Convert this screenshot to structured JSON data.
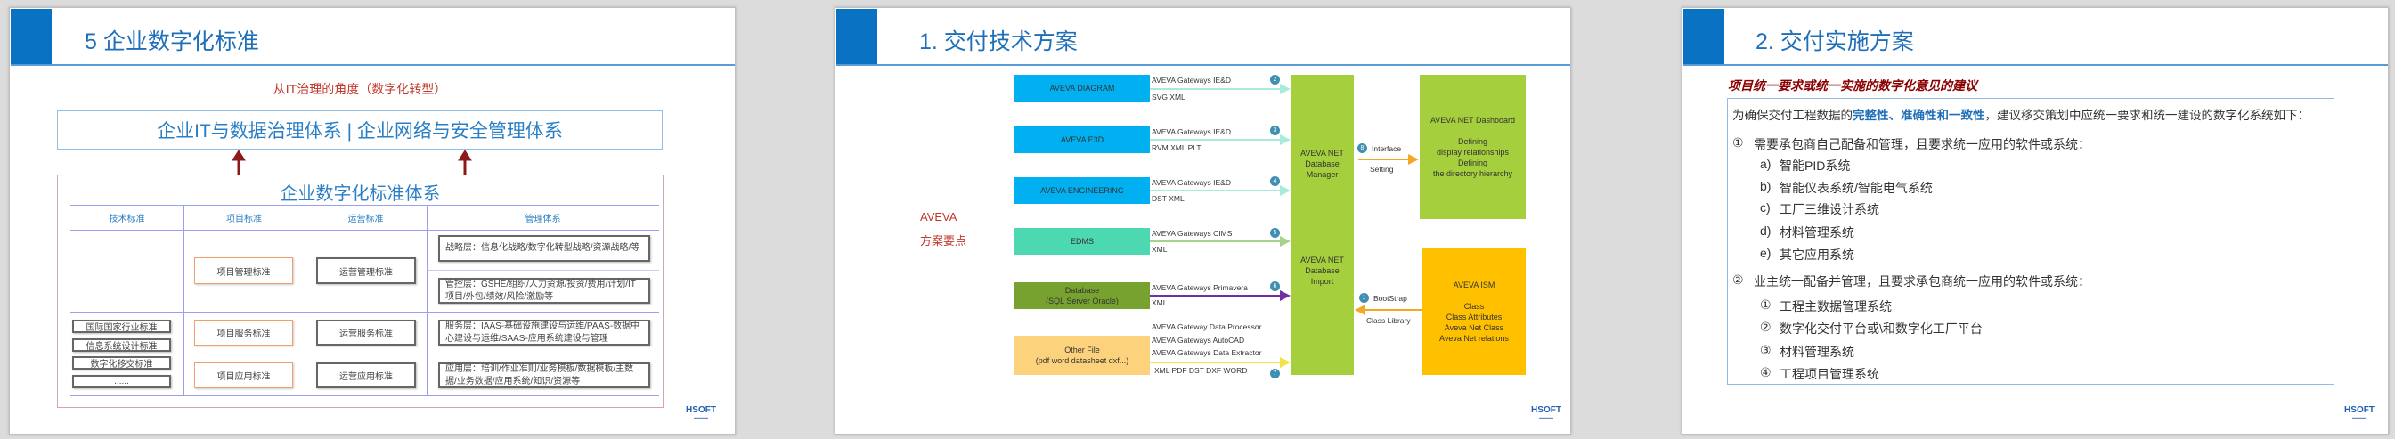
{
  "slide1": {
    "title": "5 企业数字化标准",
    "subtitle": "从IT治理的角度（数字化转型）",
    "top_box": "企业IT与数据治理体系 | 企业网络与安全管理体系",
    "framework_title": "企业数字化标准体系",
    "columns": [
      "技术标准",
      "项目标准",
      "运营标准",
      "管理体系"
    ],
    "tech_items": [
      "国际国家行业标准",
      "信息系统设计标准",
      "数字化移交标准",
      "......"
    ],
    "project_items": [
      "项目管理标准",
      "项目服务标准",
      "项目应用标准"
    ],
    "ops_items": [
      "运营管理标准",
      "运营服务标准",
      "运营应用标准"
    ],
    "mgmt_items": [
      "战略层：信息化战略/数字化转型战略/资源战略/等",
      "管控层：GSHE/组织/人力资源/投资/费用/计划/IT项目/外包/绩效/风险/激励等",
      "服务层：IAAS-基础设施建设与运维/PAAS-数据中心建设与运维/SAAS-应用系统建设与管理",
      "应用层：培训/作业准则/业务模板/数据模板/主数据/业务数据/应用系统/知识/资源等"
    ],
    "logo": "HSOFT",
    "colors": {
      "accent": "#0a72c2",
      "subtitle": "#c0392b",
      "arrow": "#8b1a1a",
      "frame": "#d9a0b8"
    }
  },
  "slide2": {
    "title": "1. 交付技术方案",
    "side_label": [
      "AVEVA",
      "方案要点"
    ],
    "sources": [
      {
        "name": "AVEVA DIAGRAM",
        "gateway": "AVEVA Gateways IE&D",
        "formats": "SVG XML",
        "num": "2",
        "color": "#00b0f0",
        "arrow": "#a8eadc"
      },
      {
        "name": "AVEVA E3D",
        "gateway": "AVEVA Gateways IE&D",
        "formats": "RVM XML PLT",
        "num": "3",
        "color": "#00b0f0",
        "arrow": "#a8eadc"
      },
      {
        "name": "AVEVA ENGINEERING",
        "gateway": "AVEVA Gateways IE&D",
        "formats": "DST XML",
        "num": "4",
        "color": "#00b0f0",
        "arrow": "#a8eadc"
      },
      {
        "name": "EDMS",
        "gateway": "AVEVA Gateways CIMS",
        "formats": "XML",
        "num": "5",
        "color": "#4cd8b0",
        "arrow": "#a9d18e"
      },
      {
        "name": "Database\n(SQL Server  Oracle)",
        "gateway": "AVEVA Gateways Primavera",
        "formats": "XML",
        "num": "6",
        "color": "#77a22f",
        "arrow": "#7030a0"
      },
      {
        "name": "Other File\n(pdf word datasheet dxf...)",
        "gateway": "AVEVA Gateway Data Processor\nAVEVA Gateways AutoCAD\nAVEVA Gateways Data Extractor",
        "formats": "XML PDF DST DXF WORD",
        "num": "7",
        "color": "#fdd27c",
        "arrow": "#f2e34a"
      }
    ],
    "center_top": "AVEVA NET\nDatabase\nManager",
    "center_bottom": "AVEVA NET\nDatabase\nImport",
    "dashboard": "AVEVA NET Dashboard\n\nDefining\ndisplay relationships\nDefining\nthe directory hierarchy",
    "ism": "AVEVA ISM\n\nClass\nClass Attributes\nAveva Net Class\nAveva Net relations",
    "interface": {
      "num": "8",
      "label": "Interface",
      "sub": "Setting"
    },
    "bootstrap": {
      "num": "1",
      "label": "BootStrap",
      "sub": "Class Library"
    },
    "logo": "HSOFT",
    "colors": {
      "center": "#a6cf3e",
      "dashboard": "#a6cf3e",
      "ism": "#ffc000",
      "interface_arrow": "#f5a623",
      "side_label": "#c0392b"
    }
  },
  "slide3": {
    "title": "2. 交付实施方案",
    "heading": "项目统一要求或统一实施的数字化意见的建议",
    "intro": {
      "pre": "为确保交付工程数据的",
      "highlight": "完整性、准确性和一致性",
      "post": "，建议移交策划中应统一要求和统一建设的数字化系统如下："
    },
    "section1": {
      "num": "①",
      "text": "需要承包商自己配备和管理，且要求统一应用的软件或系统：",
      "items": [
        {
          "label": "a)",
          "text": "智能PID系统"
        },
        {
          "label": "b)",
          "text": "智能仪表系统/智能电气系统"
        },
        {
          "label": "c)",
          "text": "工厂三维设计系统"
        },
        {
          "label": "d)",
          "text": "材料管理系统"
        },
        {
          "label": "e)",
          "text": "其它应用系统"
        }
      ]
    },
    "section2": {
      "num": "②",
      "text": "业主统一配备并管理，且要求承包商统一应用的软件或系统：",
      "items": [
        {
          "label": "①",
          "text": "工程主数据管理系统"
        },
        {
          "label": "②",
          "text": "数字化交付平台或\\和数字化工厂平台"
        },
        {
          "label": "③",
          "text": "材料管理系统"
        },
        {
          "label": "④",
          "text": "工程项目管理系统"
        }
      ]
    },
    "logo": "HSOFT",
    "colors": {
      "heading": "#8b0000",
      "highlight": "#1f6fb8",
      "box_border": "#8fbbe6"
    }
  }
}
